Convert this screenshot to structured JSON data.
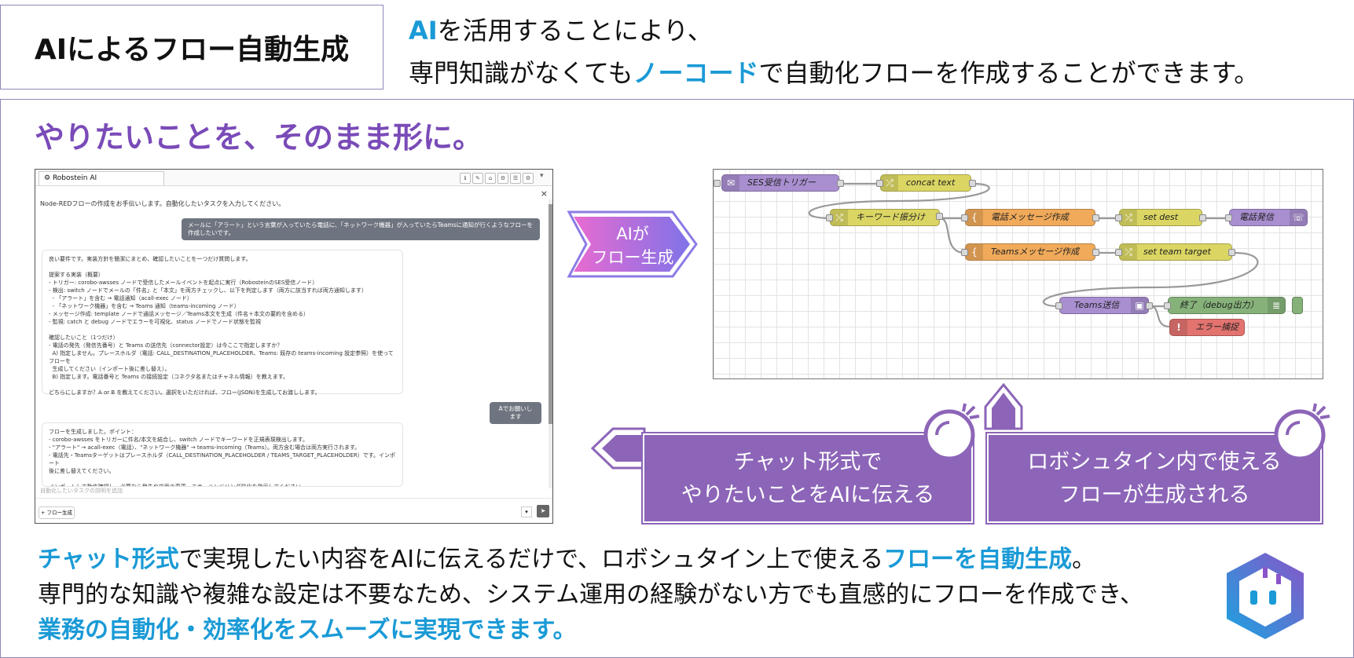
{
  "header": {
    "title": "AIによるフロー自動生成",
    "tagline_l1_pre": "AI",
    "tagline_l1_post": "を活用することにより、",
    "tagline_l2_a": "専門知識がなくても",
    "tagline_l2_b": "ノーコード",
    "tagline_l2_c": "で自動化フローを作成することができます。"
  },
  "headline": "やりたいことを、そのまま形に。",
  "chat": {
    "tab_title": "Robostein AI",
    "close": "×",
    "intro": "Node-REDフローの作成をお手伝いします。自動化したいタスクを入力してください。",
    "user_msg_1": "メールに「アラート」という言葉が入っていたら電話に、「ネットワーク機器」が入っていたらTeamsに通知が行くようなフローを作成したいです。",
    "ai_msg_1": "良い要件です。実装方針を簡潔にまとめ、確認したいことを一つだけ質問します。\n\n提案する実装（概要）\n- トリガー: corobo-awsses ノードで受信したメールイベントを起点に実行（RobosteinのSES受信ノード）\n- 検出: switch ノードでメールの「件名」と「本文」を両方チェックし、以下を判定します（両方に該当すれば両方通知します）\n  - 「アラート」を含む → 電話通知（acall-exec ノード）\n  - 「ネットワーク機器」を含む → Teams 通知（teams-incoming ノード）\n- メッセージ作成: template ノードで通話メッセージ／Teams本文を生成（件名＋本文の要約を含める）\n- 監視: catch と debug ノードでエラーを可視化、status ノードでノード状態を監視\n\n確認したいこと（1つだけ）\n- 電話の発先（発信先番号）と Teams の送信先（connector設定）は今ここで指定しますか？\n  A) 指定しません。プレースホルダ（電話: CALL_DESTINATION_PLACEHOLDER、Teams: 既存の teams-incoming 設定参照）を使ってフローを\n  生成してください（インポート後に差し替え）。\n  B) 指定します。電話番号と Teams の接続設定（コネクタ名またはチャネル情報）を教えます。\n\nどちらにしますか？A or B を教えてください。選択をいただければ、フロー(JSON)を生成してお渡しします。",
    "user_msg_2": "Aでお願いします",
    "ai_msg_2": "フローを生成しました。ポイント：\n- corobo-awsses をトリガーに件名/本文を結合し、switch ノードでキーワードを正規表現検出します。\n- \"アラート\" → acall-exec（電話）、\"ネットワーク機器\" → teams-incoming（Teams）。両方含む場合は両方実行されます。\n- 電話先・Teamsターゲットはプレースホルダ（CALL_DESTINATION_PLACEHOLDER / TEAMS_TARGET_PLACEHOLDER）です。インポート\n後に差し替えてください。\n\nインポートして動作確認し、必要なら発先や文面の変更、エラーハンドリング強化を指示してください。",
    "input_placeholder": "自動化したいタスクの説明を追加",
    "flow_button": "+ フロー生成",
    "send": "➤",
    "toolbar": [
      "ℹ",
      "✎",
      "⌂",
      "⚙",
      "☰",
      "⚙"
    ]
  },
  "arrow_label_l1": "AIが",
  "arrow_label_l2": "フロー生成",
  "flow": {
    "nodes": {
      "ses": "SES受信トリガー",
      "concat": "concat text",
      "keyword": "キーワード振分け",
      "tel_msg": "電話メッセージ作成",
      "set_dest": "set dest",
      "tel_send": "電話発信",
      "teams_msg": "Teamsメッセージ作成",
      "set_team": "set team target",
      "teams_send": "Teams送信",
      "done": "終了（debug出力）",
      "error": "エラー捕捉"
    }
  },
  "cta": {
    "left_l1": "チャット形式で",
    "left_l2": "やりたいことをAIに伝える",
    "right_l1": "ロボシュタイン内で使える",
    "right_l2": "フローが生成される"
  },
  "bottom": {
    "l1_a": "チャット形式",
    "l1_b": "で実現したい内容をAIに伝えるだけで、ロボシュタイン上で使える",
    "l1_c": "フローを自動生成",
    "l1_d": "。",
    "l2": "専門的な知識や複雑な設定は不要なため、システム運用の経験がない方でも直感的にフローを作成でき、",
    "l3": "業務の自動化・効率化をスムーズに実現できます。"
  },
  "colors": {
    "accent_blue": "#1a9ad6",
    "purple": "#8c65b8",
    "headline_purple": "#7a4bb8",
    "node_gray": "#a98fd0",
    "node_yellow": "#dbd663",
    "node_orange": "#f0aa5a",
    "node_green": "#86b27a",
    "node_red": "#e2736f"
  }
}
